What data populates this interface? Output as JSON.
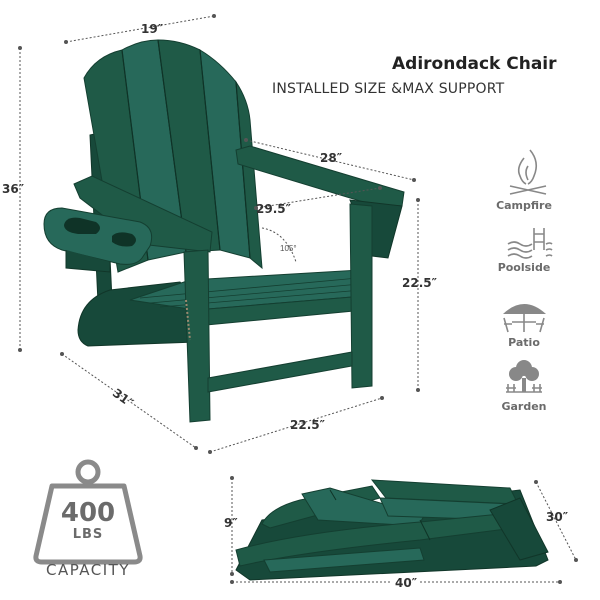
{
  "product": {
    "title": "Adirondack Chair",
    "subtitle": "INSTALLED SIZE &MAX SUPPORT",
    "color": "#1f5a47"
  },
  "dimensions": {
    "top_width": "19″",
    "total_height": "36″",
    "arm_length": "28″",
    "seat_depth": "29.5″",
    "arm_height": "22.5″",
    "side_depth": "31″",
    "front_width": "22.5″",
    "recline_angle": "105°"
  },
  "folded": {
    "height": "9″",
    "depth": "30″",
    "length": "40″"
  },
  "uses": [
    {
      "label": "Campfire",
      "icon": "campfire-icon"
    },
    {
      "label": "Poolside",
      "icon": "pool-icon"
    },
    {
      "label": "Patio",
      "icon": "patio-umbrella-icon"
    },
    {
      "label": "Garden",
      "icon": "garden-tree-icon"
    }
  ],
  "capacity": {
    "value": "400",
    "unit": "LBS",
    "label": "CAPACITY",
    "icon": "weight-icon"
  }
}
